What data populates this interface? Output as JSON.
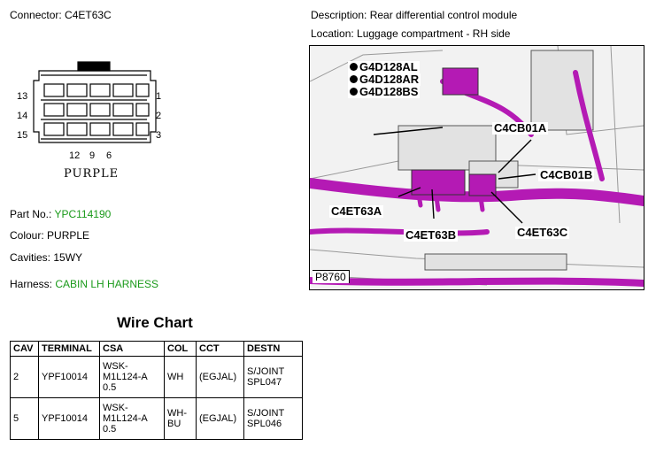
{
  "header": {
    "connector": "Connector: C4ET63C",
    "description": "Description: Rear differential control module",
    "location": "Location: Luggage compartment - RH side"
  },
  "connector": {
    "pins_left": [
      "13",
      "14",
      "15"
    ],
    "pins_right": [
      "1",
      "2",
      "3"
    ],
    "pins_bottom": [
      "12",
      "9",
      "6"
    ],
    "color_label": "PURPLE"
  },
  "info": {
    "part_label": "Part No.: ",
    "part_value": "YPC114190",
    "colour": "Colour: PURPLE",
    "cavities": "Cavities: 15WY",
    "harness_label": "Harness: ",
    "harness_value": "CABIN LH HARNESS"
  },
  "photo": {
    "grounds": [
      "G4D128AL",
      "G4D128AR",
      "G4D128BS"
    ],
    "labels": {
      "c4cb01a": "C4CB01A",
      "c4cb01b": "C4CB01B",
      "c4et63a": "C4ET63A",
      "c4et63b": "C4ET63B",
      "c4et63c": "C4ET63C"
    },
    "ref": "P8760"
  },
  "wire_chart": {
    "title": "Wire Chart",
    "headers": [
      "CAV",
      "TERMINAL",
      "CSA",
      "COL",
      "CCT",
      "DESTN"
    ],
    "rows": [
      [
        "2",
        "YPF10014",
        "WSK-\nM1L124-A\n0.5",
        "WH",
        "(EGJAL)",
        "S/JOINT\nSPL047"
      ],
      [
        "5",
        "YPF10014",
        "WSK-\nM1L124-A\n0.5",
        "WH-\nBU",
        "(EGJAL)",
        "S/JOINT\nSPL046"
      ]
    ]
  },
  "colors": {
    "green": "#1a9a1a",
    "harness_purple": "#b41ab4"
  }
}
